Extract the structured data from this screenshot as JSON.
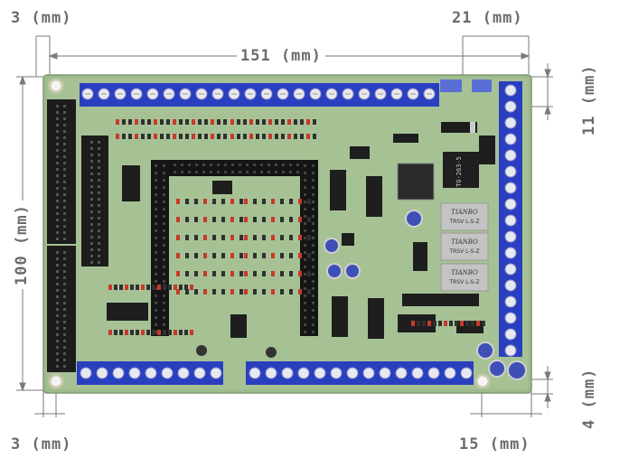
{
  "dimensions": {
    "left_margin_top": "3 (mm)",
    "right_margin_top": "21 (mm)",
    "board_width": "151 (mm)",
    "board_height": "100 (mm)",
    "right_top_offset": "11 (mm)",
    "right_bottom_offset": "4 (mm)",
    "left_margin_bottom": "3 (mm)",
    "right_margin_bottom": "15 (mm)"
  },
  "components": {
    "regulator_label": "TO-263-5",
    "relay_brand": "TIANBO",
    "relay_model": "TRSV L-S-Z"
  },
  "colors": {
    "pcb": "#9ebb8e",
    "terminal": "#2a3fc0",
    "header": "#1a1a1a",
    "dimension_line": "#6b6b6b"
  }
}
